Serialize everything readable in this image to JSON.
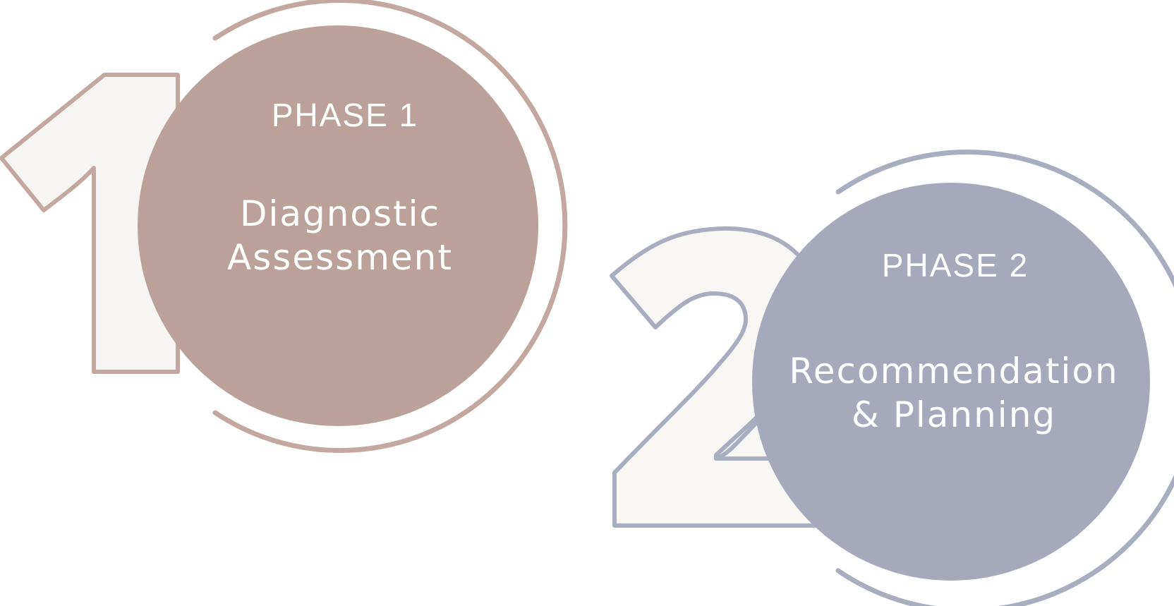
{
  "phases": [
    {
      "number": "1",
      "label": "PHASE 1",
      "title_lines": [
        "Diagnostic",
        "Assessment"
      ],
      "color": "#bca19b",
      "outline_color": "#c4a7a0",
      "numeral_fill": "#f6f5f3"
    },
    {
      "number": "2",
      "label": "PHASE 2",
      "title_lines": [
        "Recommendation",
        "& Planning"
      ],
      "color": "#a5a9bb",
      "outline_color": "#a9adc0",
      "numeral_fill": "#f8f7f4"
    }
  ]
}
